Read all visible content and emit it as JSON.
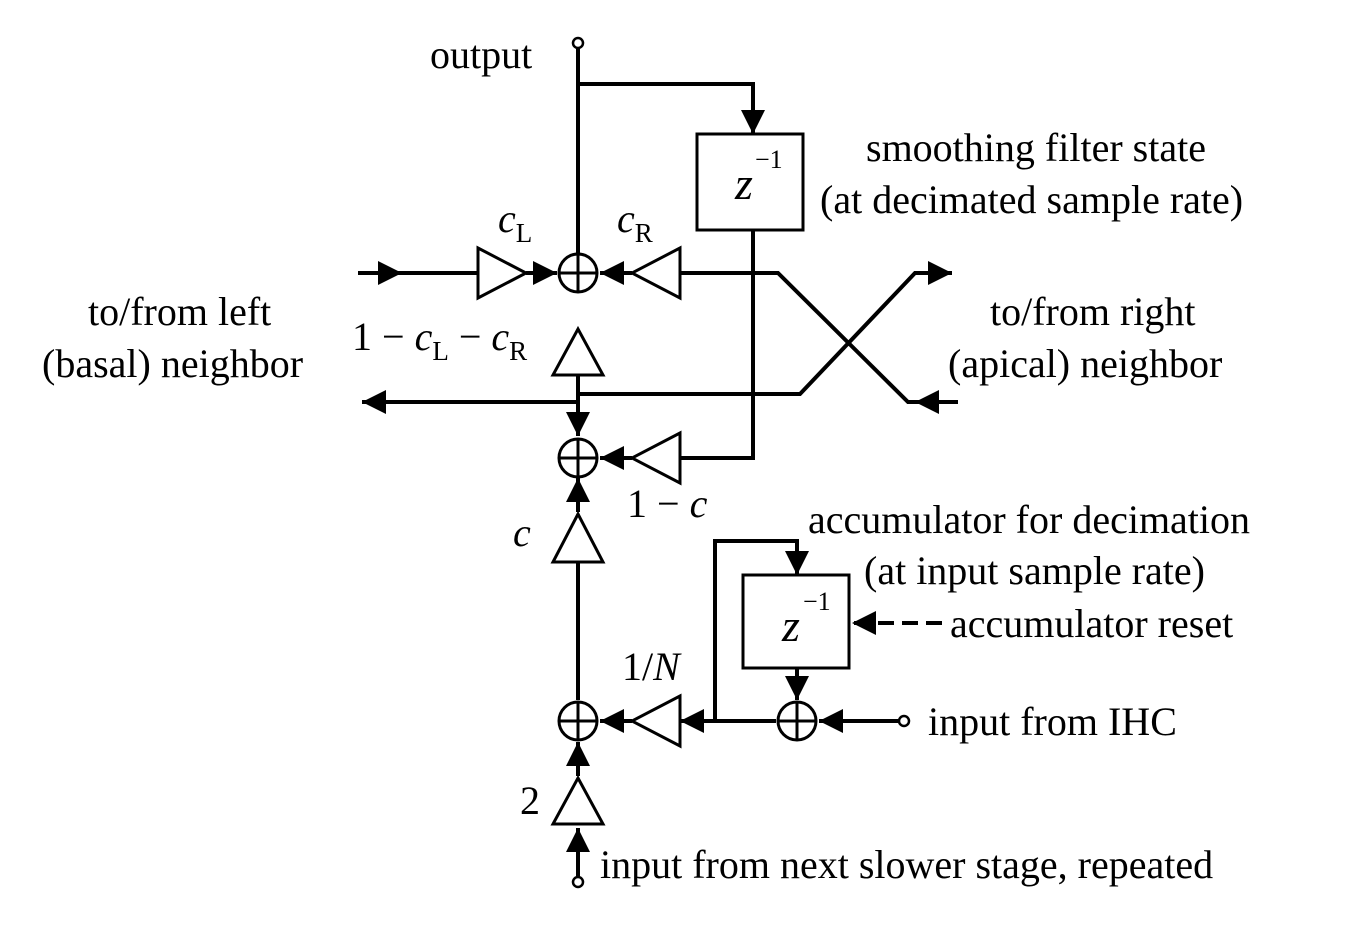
{
  "labels": {
    "output": "output",
    "smoothing_line1": "smoothing filter state",
    "smoothing_line2": "(at decimated sample rate)",
    "left_line1": "to/from left",
    "left_line2": "(basal) neighbor",
    "right_line1": "to/from right",
    "right_line2": "(apical) neighbor",
    "accum_line1": "accumulator for decimation",
    "accum_line2": "(at input sample rate)",
    "accum_reset": "accumulator reset",
    "input_ihc": "input from IHC",
    "input_slower": "input from next slower stage, repeated"
  },
  "gains": {
    "cL_base": "c",
    "cL_sub": "L",
    "cR_base": "c",
    "cR_sub": "R",
    "mix_one": "1 − ",
    "mix_c1": "c",
    "mix_sub1": "L",
    "mix_minus": " − ",
    "mix_c2": "c",
    "mix_sub2": "R",
    "one_minus_one": "1 − ",
    "one_minus_c": "c",
    "c_gain": "c",
    "inv_n_one": "1/",
    "inv_n_N": "N",
    "two": "2"
  },
  "delay": {
    "z": "z",
    "exp": "−1"
  }
}
